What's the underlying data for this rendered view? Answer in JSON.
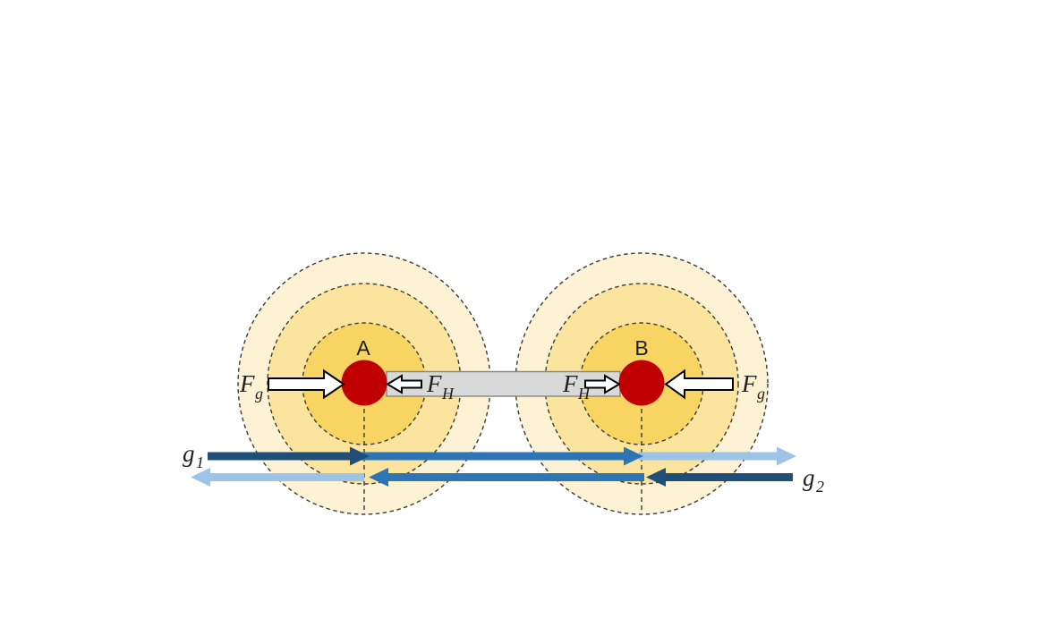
{
  "labels": {
    "mass_a": "A",
    "mass_b": "B",
    "force_gravity": {
      "main": "F",
      "sub": "g"
    },
    "force_rod": {
      "main": "F",
      "sub": "H"
    },
    "field_g1": {
      "main": "g",
      "sub": "1"
    },
    "field_g2": {
      "main": "g",
      "sub": "2"
    }
  },
  "colors": {
    "field_outer": "#FDF2D3",
    "field_mid": "#FBE49E",
    "field_inner": "#F8D563",
    "ring_stroke": "#3a3a3a",
    "mass_red": "#C00000",
    "rod_fill": "#D9D9D9",
    "rod_border": "#848484",
    "arrow_dark": "#1F4E79",
    "arrow_mid": "#2E75B6",
    "arrow_light": "#9DC3E6",
    "block_arrow_fill": "#FFFFFF",
    "block_arrow_stroke": "#000000",
    "label_color": "#1f1f1f"
  }
}
